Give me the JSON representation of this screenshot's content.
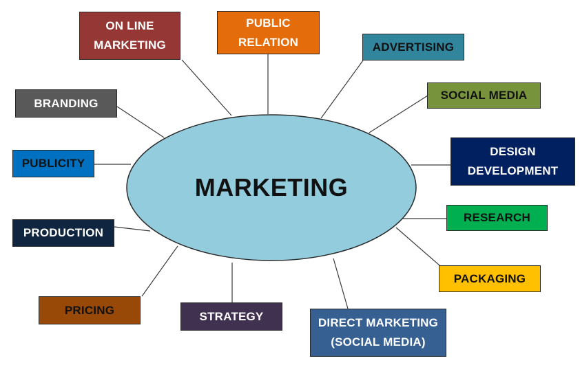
{
  "center": {
    "label": "MARKETING",
    "color": "#93cddd"
  },
  "nodes": [
    {
      "id": "online-marketing",
      "label": "ON LINE\nMARKETING",
      "fill": "#953735",
      "text": "light"
    },
    {
      "id": "public-relation",
      "label": "PUBLIC\nRELATION",
      "fill": "#e46c0a",
      "text": "light"
    },
    {
      "id": "advertising",
      "label": "ADVERTISING",
      "fill": "#31859c",
      "text": "dark"
    },
    {
      "id": "social-media",
      "label": "SOCIAL MEDIA",
      "fill": "#77933c",
      "text": "dark"
    },
    {
      "id": "design-development",
      "label": "DESIGN\nDEVELOPMENT",
      "fill": "#002060",
      "text": "light"
    },
    {
      "id": "research",
      "label": "RESEARCH",
      "fill": "#00b050",
      "text": "dark"
    },
    {
      "id": "packaging",
      "label": "PACKAGING",
      "fill": "#ffc000",
      "text": "dark"
    },
    {
      "id": "direct-marketing",
      "label": "DIRECT MARKETING\n(SOCIAL MEDIA)",
      "fill": "#376092",
      "text": "light"
    },
    {
      "id": "strategy",
      "label": "STRATEGY",
      "fill": "#403151",
      "text": "light"
    },
    {
      "id": "pricing",
      "label": "PRICING",
      "fill": "#984807",
      "text": "dark"
    },
    {
      "id": "production",
      "label": "PRODUCTION",
      "fill": "#10253f",
      "text": "light"
    },
    {
      "id": "publicity",
      "label": "PUBLICITY",
      "fill": "#0070c0",
      "text": "dark"
    },
    {
      "id": "branding",
      "label": "BRANDING",
      "fill": "#595959",
      "text": "light"
    }
  ]
}
